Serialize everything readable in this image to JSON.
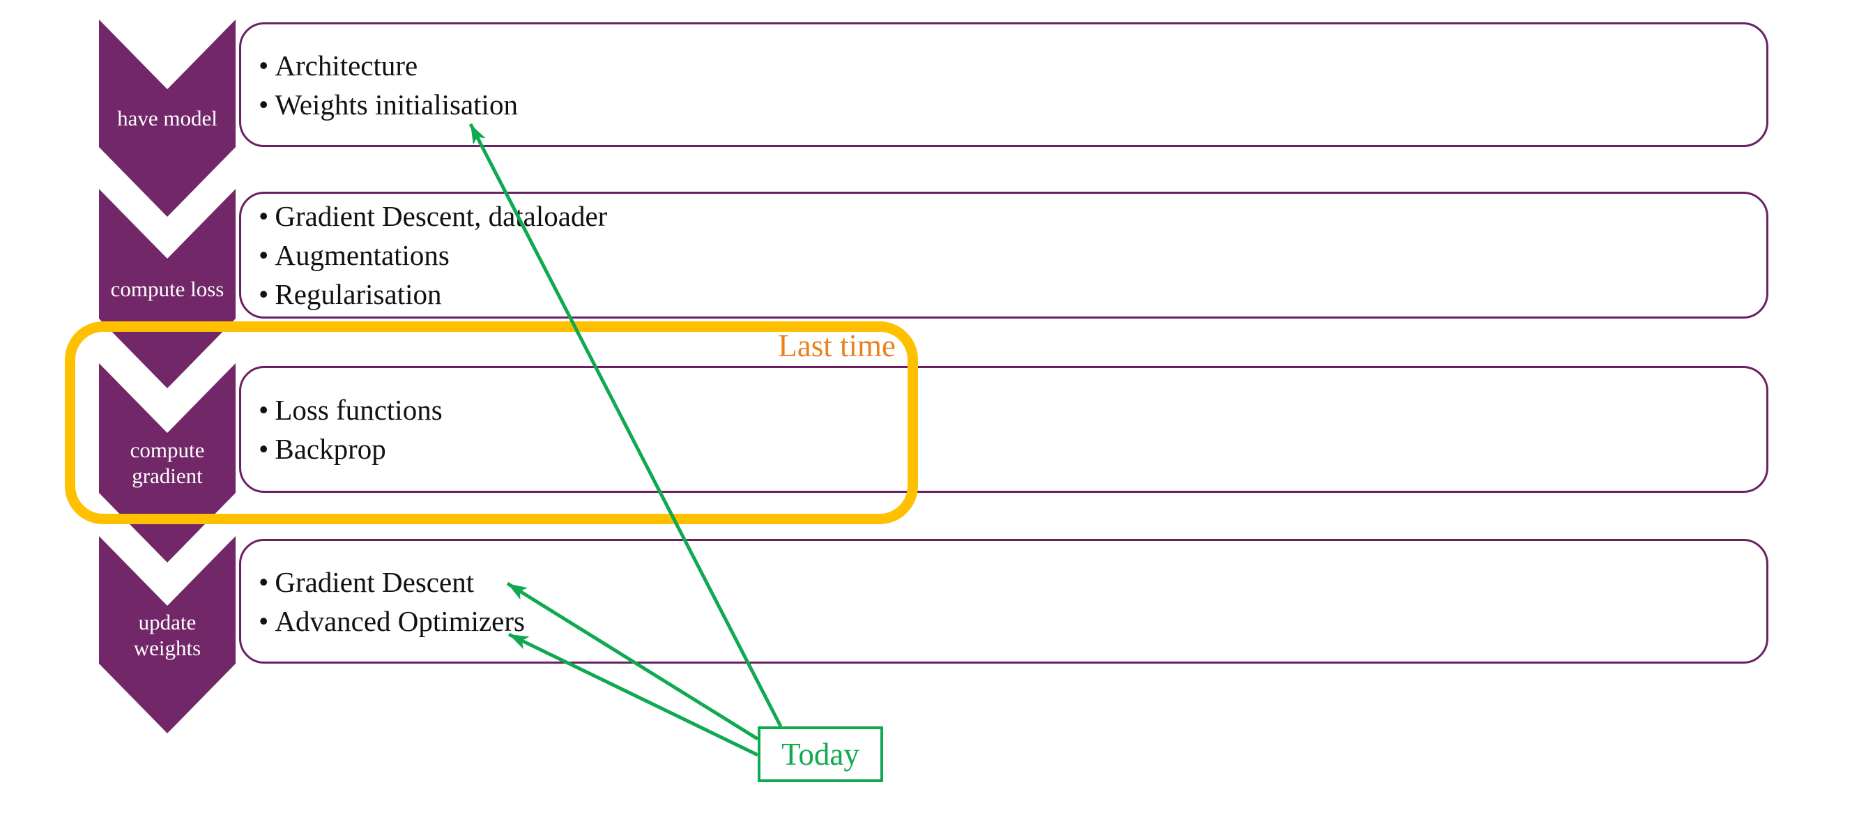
{
  "steps": [
    {
      "label": "have model",
      "label_lines": [
        "have model",
        ""
      ],
      "bullets": [
        "Architecture",
        "Weights initialisation"
      ]
    },
    {
      "label": "compute loss",
      "label_lines": [
        "compute loss",
        ""
      ],
      "bullets": [
        "Gradient Descent, dataloader",
        "Augmentations",
        "Regularisation"
      ]
    },
    {
      "label": "compute gradient",
      "label_lines": [
        "compute",
        "gradient"
      ],
      "bullets": [
        "Loss functions",
        "Backprop"
      ]
    },
    {
      "label": "update weights",
      "label_lines": [
        "update",
        "weights"
      ],
      "bullets": [
        "Gradient Descent",
        "Advanced Optimizers"
      ]
    }
  ],
  "annotations": {
    "last_time": "Last time",
    "today": "Today"
  },
  "colors": {
    "chevron_purple": "#722769",
    "box_border_purple": "#6B2064",
    "highlight_gold": "#FFC000",
    "annotation_green": "#0FA950",
    "last_time_orange": "#E8821E",
    "body_text": "#111111"
  }
}
